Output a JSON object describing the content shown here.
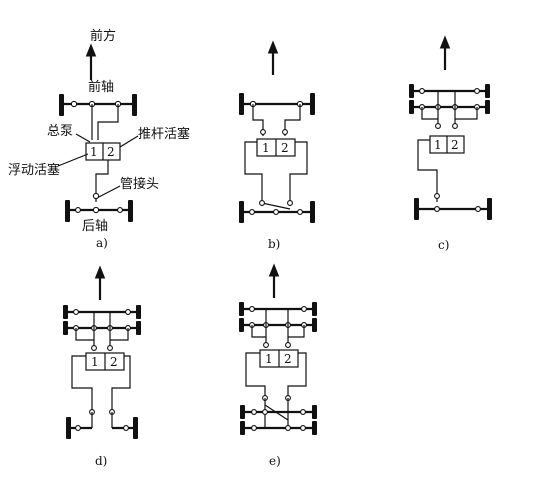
{
  "labels": {
    "front": "前方",
    "front_axle": "前轴",
    "master_pump": "总泵",
    "push_rod_piston": "推杆活塞",
    "floating_piston": "浮动活塞",
    "pipe_joint": "管接头",
    "rear_axle": "后轴"
  },
  "cylinder_numbers": {
    "one": "1",
    "two": "2"
  },
  "captions": {
    "a": "a)",
    "b": "b)",
    "c": "c)",
    "d": "d)",
    "e": "e)"
  }
}
